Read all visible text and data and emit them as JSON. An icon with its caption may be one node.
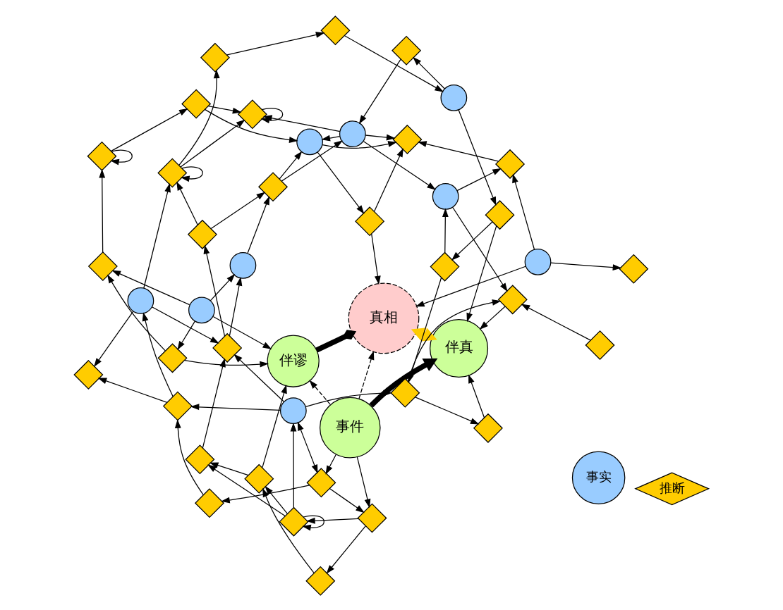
{
  "diagram": {
    "nodes": [
      {
        "text": [
          "事件"
        ]
      },
      {
        "text": [
          "伴真"
        ]
      },
      {
        "text": [],
        "shape": "diamond"
      },
      {
        "text": [],
        "shape": "diamond"
      },
      {
        "text": [],
        "shape": "diamond"
      },
      {
        "text": [],
        "shape": "diamond"
      },
      {
        "text": [],
        "shape": "diamond"
      },
      {
        "text": [],
        "shape": "diamond"
      },
      {
        "text": [],
        "shape": "diamond"
      },
      {
        "text": [],
        "shape": "diamond"
      },
      {
        "text": [],
        "shape": "diamond"
      },
      {
        "text": [],
        "shape": "diamond"
      },
      {
        "text": [],
        "shape": "circle"
      },
      {
        "text": [],
        "shape": "circle"
      },
      {
        "text": [],
        "shape": "diamond"
      },
      {
        "text": [],
        "shape": "circle"
      },
      {
        "text": [],
        "shape": "diamond"
      },
      {
        "text": [],
        "shape": "diamond"
      },
      {
        "text": [],
        "shape": "diamond"
      },
      {
        "text": [],
        "shape": "diamond"
      },
      {
        "text": [],
        "shape": "diamond"
      },
      {
        "text": [],
        "shape": "diamond"
      },
      {
        "text": [],
        "shape": "diamond"
      },
      {
        "text": [],
        "shape": "circle"
      },
      {
        "text": [],
        "shape": "circle"
      },
      {
        "text": [],
        "shape": "circle"
      },
      {
        "text": [],
        "shape": "diamond"
      },
      {
        "text": [],
        "shape": "diamond"
      },
      {
        "text": [],
        "shape": "diamond"
      },
      {
        "text": [],
        "shape": "diamond"
      },
      {
        "text": [],
        "shape": "diamond"
      },
      {
        "text": [],
        "shape": "diamond"
      },
      {
        "text": [],
        "shape": "circle"
      },
      {
        "text": [],
        "shape": "diamond"
      },
      {
        "text": [],
        "shape": "diamond"
      },
      {
        "text": [],
        "shape": "diamond"
      },
      {
        "text": [],
        "shape": "circle"
      },
      {
        "text": [],
        "shape": "circle"
      },
      {
        "text": [],
        "shape": "diamond"
      },
      {
        "text": [],
        "shape": "diamond"
      },
      {
        "text": [],
        "shape": "diamond"
      },
      {
        "text": [],
        "shape": "diamond"
      },
      {
        "text": [
          "伴谬"
        ]
      },
      {
        "text": [
          "真相"
        ]
      }
    ],
    "edges": [
      {
        "from": 0,
        "to": 1,
        "arrow": "to",
        "style": "thick"
      },
      {
        "from": 0,
        "to": 42,
        "arrow": "to",
        "style": "dashed"
      },
      {
        "from": 0,
        "to": 43,
        "arrow": "to",
        "style": "dashed"
      },
      {
        "from": 0,
        "to": 9,
        "arrow": "to"
      },
      {
        "from": 0,
        "to": 14,
        "arrow": "to"
      },
      {
        "from": 9,
        "to": 2,
        "arrow": "to"
      },
      {
        "from": 9,
        "to": 14,
        "arrow": "to"
      },
      {
        "from": 9,
        "to": 15,
        "arrow": "both"
      },
      {
        "from": 2,
        "to": 6,
        "arrow": "to"
      },
      {
        "from": 6,
        "to": 12,
        "arrow": "to"
      },
      {
        "from": 6,
        "to": 10,
        "arrow": "to"
      },
      {
        "from": 12,
        "to": 10,
        "arrow": "to"
      },
      {
        "from": 17,
        "to": 3,
        "arrow": "to"
      },
      {
        "from": 3,
        "to": 4,
        "arrow": "to"
      },
      {
        "from": 15,
        "to": 6,
        "arrow": "to"
      },
      {
        "from": 15,
        "to": 19,
        "arrow": "to"
      },
      {
        "from": 12,
        "to": 19,
        "arrow": "to"
      },
      {
        "from": 19,
        "to": 20,
        "arrow": "to"
      },
      {
        "from": 19,
        "to": 25,
        "arrow": "to"
      },
      {
        "from": 22,
        "to": 22,
        "arrow": "to"
      },
      {
        "from": 14,
        "to": 22,
        "arrow": "to"
      },
      {
        "from": 22,
        "to": 15,
        "arrow": "to"
      },
      {
        "from": 14,
        "to": 27,
        "arrow": "to"
      },
      {
        "from": 20,
        "to": 17,
        "arrow": "to"
      },
      {
        "from": 12,
        "to": 17,
        "arrow": "to"
      },
      {
        "from": 15,
        "to": 16,
        "arrow": "to"
      },
      {
        "from": 4,
        "to": 13,
        "arrow": "to"
      },
      {
        "from": 13,
        "to": 5,
        "arrow": "to"
      },
      {
        "from": 5,
        "to": 1,
        "arrow": "to"
      },
      {
        "from": 5,
        "to": 11,
        "arrow": "to"
      },
      {
        "from": 11,
        "to": 16,
        "arrow": "to"
      },
      {
        "from": 11,
        "to": 24,
        "arrow": "to"
      },
      {
        "from": 16,
        "to": 7,
        "arrow": "to"
      },
      {
        "from": 7,
        "to": 1,
        "arrow": "to"
      },
      {
        "from": 8,
        "to": 21,
        "arrow": "to"
      },
      {
        "from": 21,
        "to": 1,
        "arrow": "to"
      },
      {
        "from": 16,
        "to": 21,
        "arrow": "to"
      },
      {
        "from": 13,
        "to": 18,
        "arrow": "to"
      },
      {
        "from": 18,
        "to": 23,
        "arrow": "to"
      },
      {
        "from": 23,
        "to": 24,
        "arrow": "to"
      },
      {
        "from": 24,
        "to": 21,
        "arrow": "to"
      },
      {
        "from": 17,
        "to": 17,
        "arrow": "to"
      },
      {
        "from": 17,
        "to": 30,
        "arrow": "to"
      },
      {
        "from": 42,
        "to": 43,
        "arrow": "other",
        "style": "thick"
      },
      {
        "from": 1,
        "to": 43,
        "arrow": "both",
        "style": "thick",
        "color": "#ffcc00"
      },
      {
        "from": 27,
        "to": 35,
        "arrow": "to"
      },
      {
        "from": 22,
        "to": 35,
        "arrow": "to"
      },
      {
        "from": 22,
        "to": 28,
        "arrow": "to"
      },
      {
        "from": 28,
        "to": 19,
        "arrow": "to"
      },
      {
        "from": 35,
        "to": 28,
        "arrow": "to"
      },
      {
        "from": 35,
        "to": 42,
        "arrow": "to"
      },
      {
        "from": 32,
        "to": 42,
        "arrow": "to"
      },
      {
        "from": 32,
        "to": 41,
        "arrow": "to"
      },
      {
        "from": 41,
        "to": 42,
        "arrow": "to"
      },
      {
        "from": 41,
        "to": 38,
        "arrow": "to"
      },
      {
        "from": 32,
        "to": 38,
        "arrow": "to"
      },
      {
        "from": 32,
        "to": 25,
        "arrow": "to"
      },
      {
        "from": 25,
        "to": 26,
        "arrow": "to"
      },
      {
        "from": 38,
        "to": 33,
        "arrow": "to"
      },
      {
        "from": 33,
        "to": 33,
        "arrow": "to"
      },
      {
        "from": 33,
        "to": 39,
        "arrow": "to"
      },
      {
        "from": 39,
        "to": 30,
        "arrow": "to"
      },
      {
        "from": 39,
        "to": 36,
        "arrow": "to"
      },
      {
        "from": 26,
        "to": 23,
        "arrow": "to"
      },
      {
        "from": 26,
        "to": 36,
        "arrow": "to"
      },
      {
        "from": 20,
        "to": 26,
        "arrow": "to"
      },
      {
        "from": 23,
        "to": 30,
        "arrow": "to"
      },
      {
        "from": 23,
        "to": 36,
        "arrow": "to"
      },
      {
        "from": 23,
        "to": 31,
        "arrow": "to"
      },
      {
        "from": 36,
        "to": 31,
        "arrow": "to"
      },
      {
        "from": 36,
        "to": 40,
        "arrow": "to"
      },
      {
        "from": 40,
        "to": 31,
        "arrow": "to"
      },
      {
        "from": 40,
        "to": 43,
        "arrow": "to"
      },
      {
        "from": 24,
        "to": 29,
        "arrow": "to"
      },
      {
        "from": 29,
        "to": 31,
        "arrow": "to"
      },
      {
        "from": 37,
        "to": 29,
        "arrow": "to"
      },
      {
        "from": 37,
        "to": 34,
        "arrow": "to"
      },
      {
        "from": 37,
        "to": 43,
        "arrow": "to"
      },
      {
        "from": 30,
        "to": 30,
        "arrow": "to"
      }
    ],
    "legend": [
      {
        "text": "事实"
      },
      {
        "text": "推断"
      }
    ]
  }
}
